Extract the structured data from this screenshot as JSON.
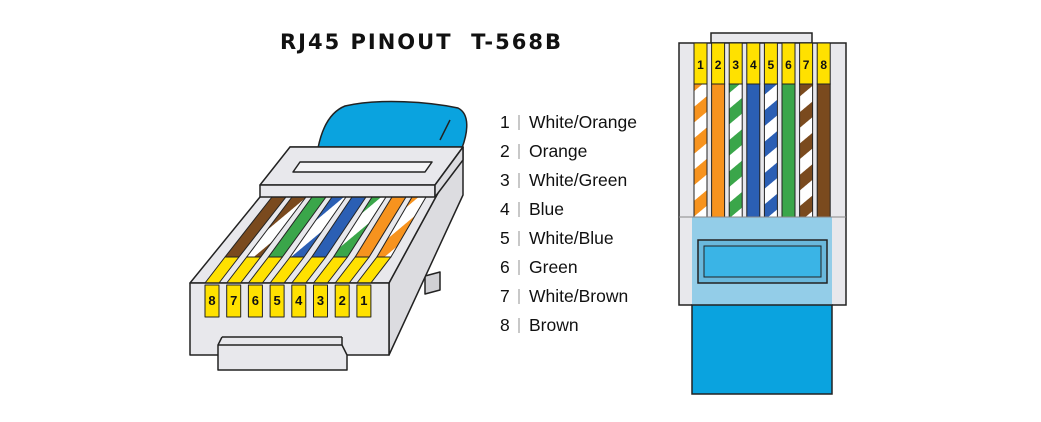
{
  "title": "RJ45 PINOUT  T-568B",
  "legend": [
    {
      "pin": "1",
      "label": "White/Orange",
      "color": "#f7931e",
      "striped": true
    },
    {
      "pin": "2",
      "label": "Orange",
      "color": "#f7931e",
      "striped": false
    },
    {
      "pin": "3",
      "label": "White/Green",
      "color": "#3aa64a",
      "striped": true
    },
    {
      "pin": "4",
      "label": "Blue",
      "color": "#2b5fb4",
      "striped": false
    },
    {
      "pin": "5",
      "label": "White/Blue",
      "color": "#2b5fb4",
      "striped": true
    },
    {
      "pin": "6",
      "label": "Green",
      "color": "#3aa64a",
      "striped": false
    },
    {
      "pin": "7",
      "label": "White/Brown",
      "color": "#7a4a1e",
      "striped": true
    },
    {
      "pin": "8",
      "label": "Brown",
      "color": "#7a4a1e",
      "striped": false
    }
  ],
  "colors": {
    "contact": "#ffe100",
    "cable": "#0aa3df",
    "boot": "#8ecbe8",
    "body": "#e8e8ec",
    "outline": "#222222"
  }
}
